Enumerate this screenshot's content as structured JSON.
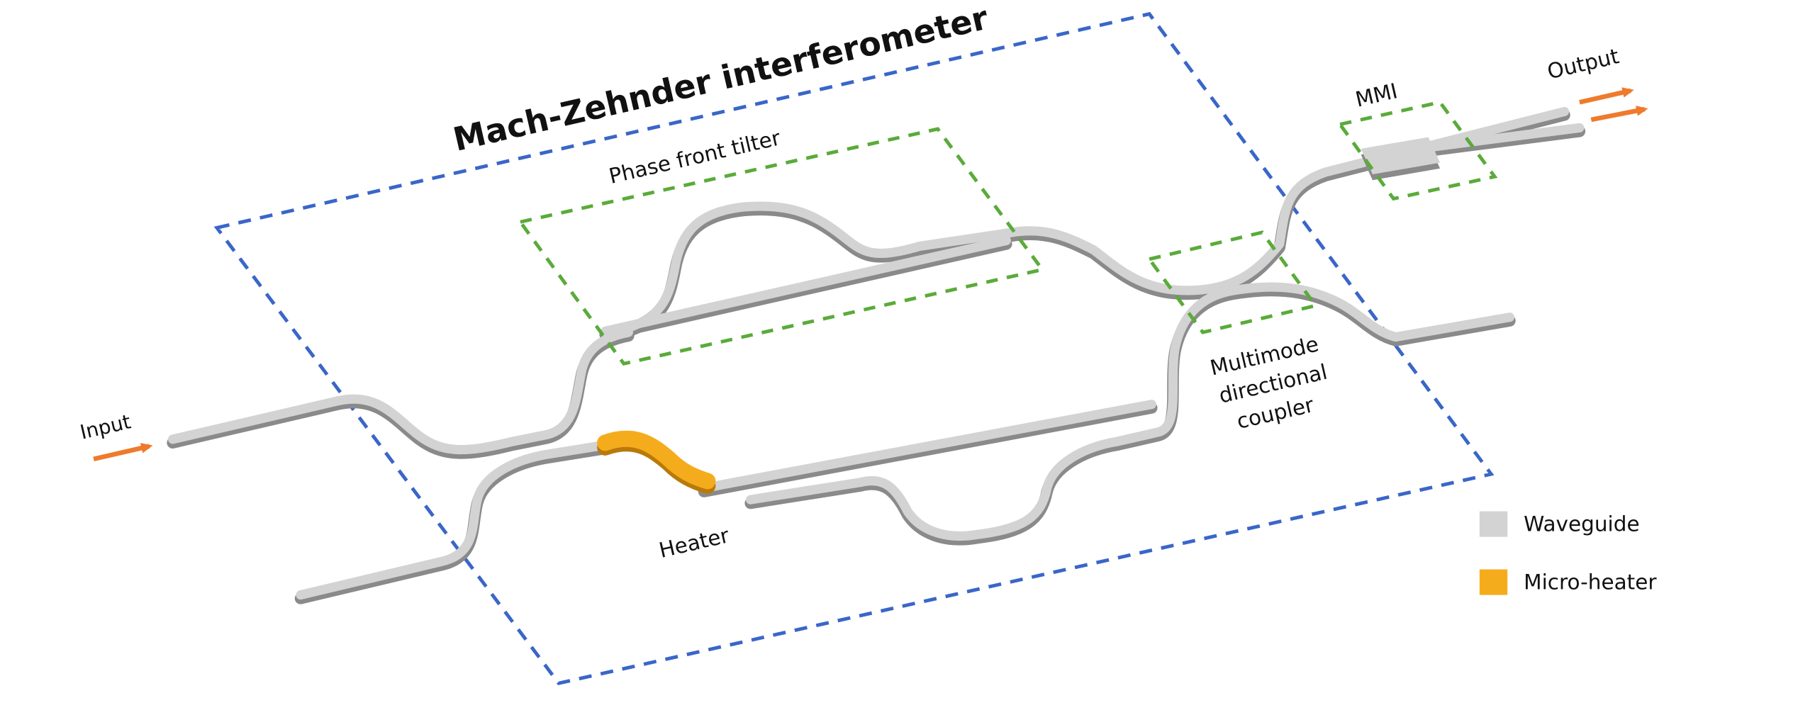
{
  "labels": {
    "mzi": "Mach-Zehnder interferometer",
    "phase_front_tilter": "Phase front tilter",
    "mmi": "MMI",
    "output": "Output",
    "input": "Input",
    "heater": "Heater",
    "mdc_line1": "Multimode",
    "mdc_line2": "directional",
    "mdc_line3": "coupler"
  },
  "legend": {
    "waveguide": "Waveguide",
    "micro_heater": "Micro-heater"
  },
  "colors": {
    "mzi_box": "#3a66c8",
    "sub_box": "#5aab3a",
    "waveguide_top": "#d3d3d3",
    "waveguide_side": "#8a8a8a",
    "heater": "#f5ac1c",
    "heater_side": "#b97a0a",
    "arrow": "#ef7a2c"
  }
}
